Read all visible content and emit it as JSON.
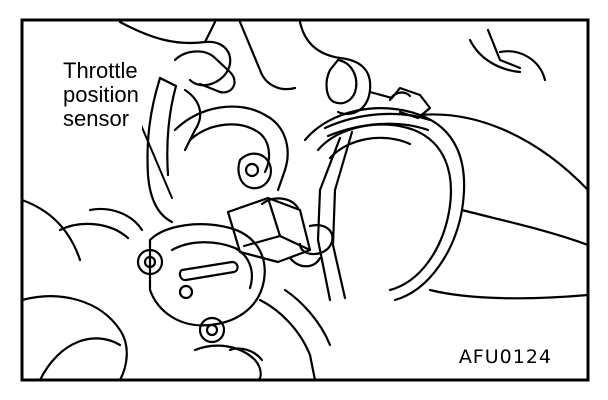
{
  "callout": {
    "line1": "Throttle",
    "line2": "position",
    "line3": "sensor"
  },
  "figure_code": "AFU0124",
  "colors": {
    "ink": "#000000",
    "paper": "#ffffff"
  }
}
